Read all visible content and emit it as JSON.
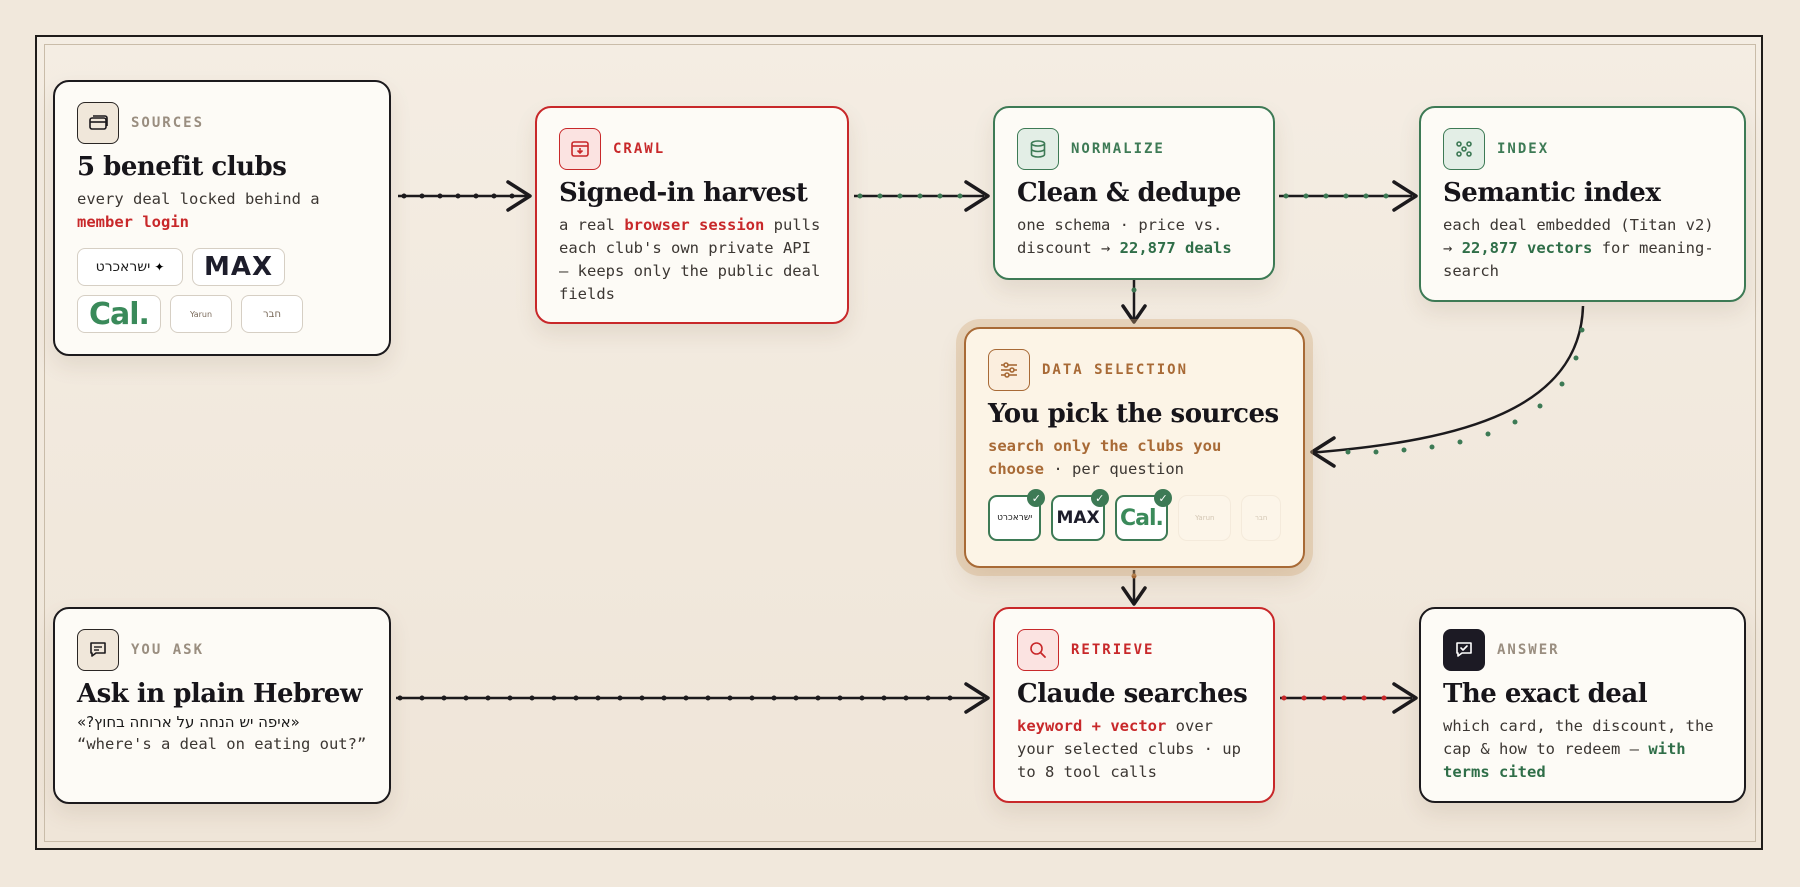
{
  "colors": {
    "ink": "#1c1a1d",
    "red": "#c8282a",
    "green": "#3d7a55",
    "orange": "#a86a36",
    "background": "#f1e8dc"
  },
  "sources": {
    "tag": "SOURCES",
    "icon": "cards-icon",
    "title": "5 benefit clubs",
    "desc_pre": "every deal locked behind a",
    "desc_hl": "member login",
    "clubs": [
      "ישראכרט",
      "MAX",
      "Cal.",
      "Yarun",
      "חבר"
    ]
  },
  "crawl": {
    "tag": "CRAWL",
    "icon": "browser-download-icon",
    "title": "Signed-in harvest",
    "desc_pre": "a real",
    "desc_hl": "browser session",
    "desc_post": "pulls each club's own private API — keeps only the public deal fields"
  },
  "normalize": {
    "tag": "NORMALIZE",
    "icon": "database-icon",
    "title": "Clean & dedupe",
    "desc_pre": "one schema · price vs. discount →",
    "desc_hl": "22,877 deals"
  },
  "index": {
    "tag": "INDEX",
    "icon": "grid-icon",
    "title": "Semantic index",
    "desc_pre": "each deal embedded (Titan v2) →",
    "desc_hl": "22,877 vectors",
    "desc_post": "for meaning-search"
  },
  "selection": {
    "tag": "DATA SELECTION",
    "icon": "sliders-icon",
    "title": "You pick the sources",
    "desc_hl": "search only the clubs you choose",
    "desc_post": "· per question",
    "chips": [
      {
        "label": "ישראכרט",
        "selected": true
      },
      {
        "label": "MAX",
        "selected": true
      },
      {
        "label": "Cal.",
        "selected": true
      },
      {
        "label": "Yarun",
        "selected": false
      },
      {
        "label": "חבר",
        "selected": false
      }
    ]
  },
  "ask": {
    "tag": "YOU ASK",
    "icon": "chat-icon",
    "title": "Ask in plain Hebrew",
    "hebrew": "«איפה יש הנחה על ארוחה בחוץ?»",
    "english": "“where's a deal on eating out?”"
  },
  "retrieve": {
    "tag": "RETRIEVE",
    "icon": "search-icon",
    "title": "Claude searches",
    "desc_hl": "keyword + vector",
    "desc_post": "over your selected clubs · up to 8 tool calls"
  },
  "answer": {
    "tag": "ANSWER",
    "icon": "check-message-icon",
    "title": "The exact deal",
    "desc_pre": "which card, the discount, the cap & how to redeem —",
    "desc_hl": "with terms cited"
  }
}
